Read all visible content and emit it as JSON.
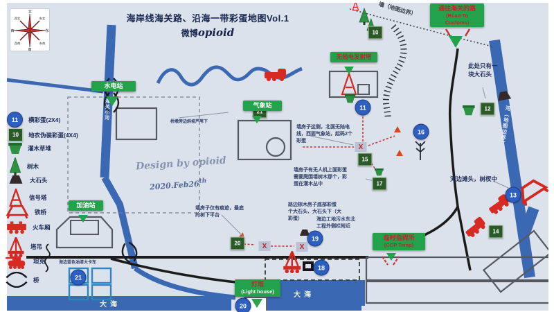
{
  "meta": {
    "title": "海岸线海关路、沿海一带彩蛋地图Vol.1",
    "byline_prefix": "微博",
    "byline_name": "opioid",
    "design_credit": "Design by opioid",
    "design_date": "2020.Feb26",
    "design_date_suffix": "th"
  },
  "compass": {
    "n": "北",
    "ne": "东北",
    "e": "东",
    "se": "东南",
    "s": "南",
    "sw": "西南",
    "w": "西",
    "nw": "西北"
  },
  "legend": {
    "items": [
      {
        "marker": "11",
        "label": "横彩蛋(2X4)"
      },
      {
        "marker": "10",
        "label": "地衣伪装彩蛋(4X4)"
      },
      {
        "label": "灌木草堆"
      },
      {
        "label": "树木"
      },
      {
        "label": "大石头"
      },
      {
        "label": "信号塔"
      },
      {
        "label": "铁桥"
      },
      {
        "label": "火车厢"
      },
      {
        "label": "塔吊"
      },
      {
        "label": "坦克"
      },
      {
        "label": "桥"
      }
    ]
  },
  "places": {
    "hydro": "水电站",
    "weather": "气象站",
    "radio": "无线电发射塔",
    "customs_cn": "通往海关的路",
    "customs_en1": "(Road To",
    "customs_en2": "Customs)",
    "gas": "加油站",
    "ccp_cn": "临时指挥所",
    "ccp_en": "(CCP Temp)",
    "lighthouse_cn": "灯塔",
    "lighthouse_en": "(Light house)"
  },
  "geo": {
    "wall": "墙（地图边界）",
    "sea": "大海",
    "river_left": "海关小河",
    "river_right": "河（地图边界）"
  },
  "markers": {
    "x_label": "X",
    "blue": {
      "legend": "11",
      "radio": "11",
      "antenna": "16",
      "beach": "13",
      "site": "19",
      "crane": "18",
      "container": "21",
      "lighthouse": "20"
    },
    "green": {
      "legend": "10",
      "bridge": "21",
      "trees": "10",
      "bigrock": "12",
      "cross": "15",
      "bush": "17",
      "trucks": "14",
      "shore": "20"
    }
  },
  "notes": {
    "bridge": "桥墩旁边斜坡芦苇下",
    "weather": "墙房子这侧，北面无陆电\n线，西面气象站，起码2个\n彩蛋",
    "drone": "墙房子有无人机上面彩蛋\n需要爬围墙树木那个，彩\n蛋在灌木丛中",
    "roadrock": "路边棕木房子底部彩蛋\n个大石头、大石头下（大\n彩蛋）",
    "shore": "墙房子仅有痕迹，最底\n的树下平台",
    "worksite": "海边工地污水东北\n工程外侧栏附近",
    "bigrock": "此处只有一\n块大石头",
    "beach": "河边滩头，树杈中",
    "bluecar": "海边蓝色油漆大卡车"
  }
}
